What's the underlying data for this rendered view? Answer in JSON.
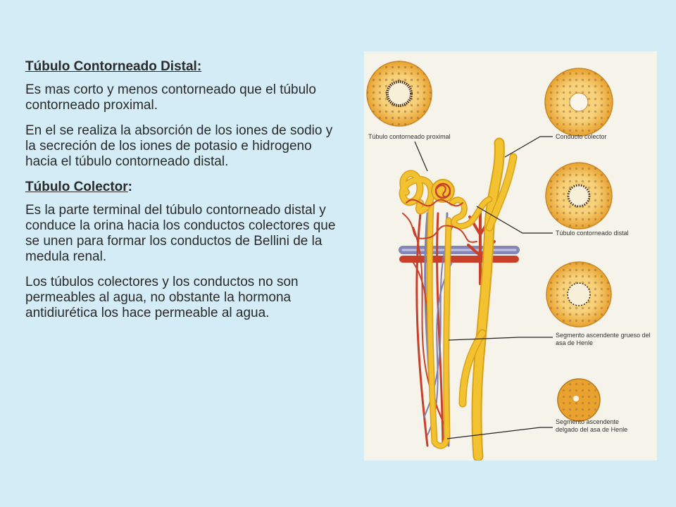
{
  "section1": {
    "title": "Túbulo Contorneado Distal:",
    "p1": "Es mas corto y menos contorneado que el túbulo contorneado proximal.",
    "p2": "En el se realiza la absorción de los iones de sodio y la secreción de los iones de potasio e hidrogeno hacia el túbulo contorneado distal."
  },
  "section2": {
    "title": "Túbulo Colector",
    "title_suffix": ":",
    "p1": "Es la parte terminal del túbulo contorneado distal y conduce la orina hacia los conductos colectores que se unen para formar los conductos de Bellini de la medula renal.",
    "p2": "Los túbulos colectores y los conductos no son permeables al agua, no obstante la hormona antidiurética los hace permeable al agua."
  },
  "figure": {
    "labels": {
      "proximal": "Túbulo contorneado proximal",
      "collector": "Conducto colector",
      "distal": "Túbulo contorneado distal",
      "thick_1": "Segmento ascendente grueso del",
      "thick_2": "asa de Henle",
      "thin_1": "Segmento ascendente",
      "thin_2": "delgado del asa de Henle"
    },
    "colors": {
      "tubule": "#f2c230",
      "tubule_edge": "#d9a21c",
      "artery": "#c8402a",
      "vein": "#7d7fb0",
      "cell_ring": "#f3b33d",
      "background": "#f6f3ea"
    }
  }
}
